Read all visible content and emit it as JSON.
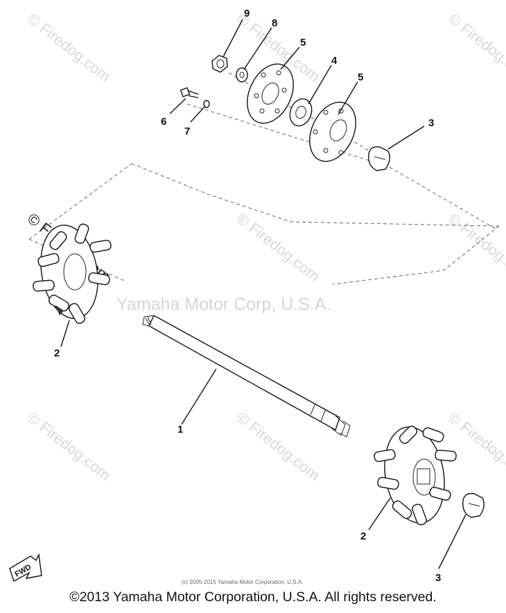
{
  "watermarks": {
    "firedog": "© Firedog.com",
    "center": "Yamaha Motor Corp, U.S.A."
  },
  "callouts": {
    "c1": "1",
    "c2a": "2",
    "c2b": "2",
    "c3a": "3",
    "c3b": "3",
    "c4": "4",
    "c5a": "5",
    "c5b": "5",
    "c6": "6",
    "c7": "7",
    "c8": "8",
    "c9": "9"
  },
  "fwd_label": "FWD",
  "small_copyright": "(c) 2005-2015 Yamaha Motor Corporation, U.S.A.",
  "footer": "©2013 Yamaha Motor Corporation, U.S.A. All rights reserved."
}
